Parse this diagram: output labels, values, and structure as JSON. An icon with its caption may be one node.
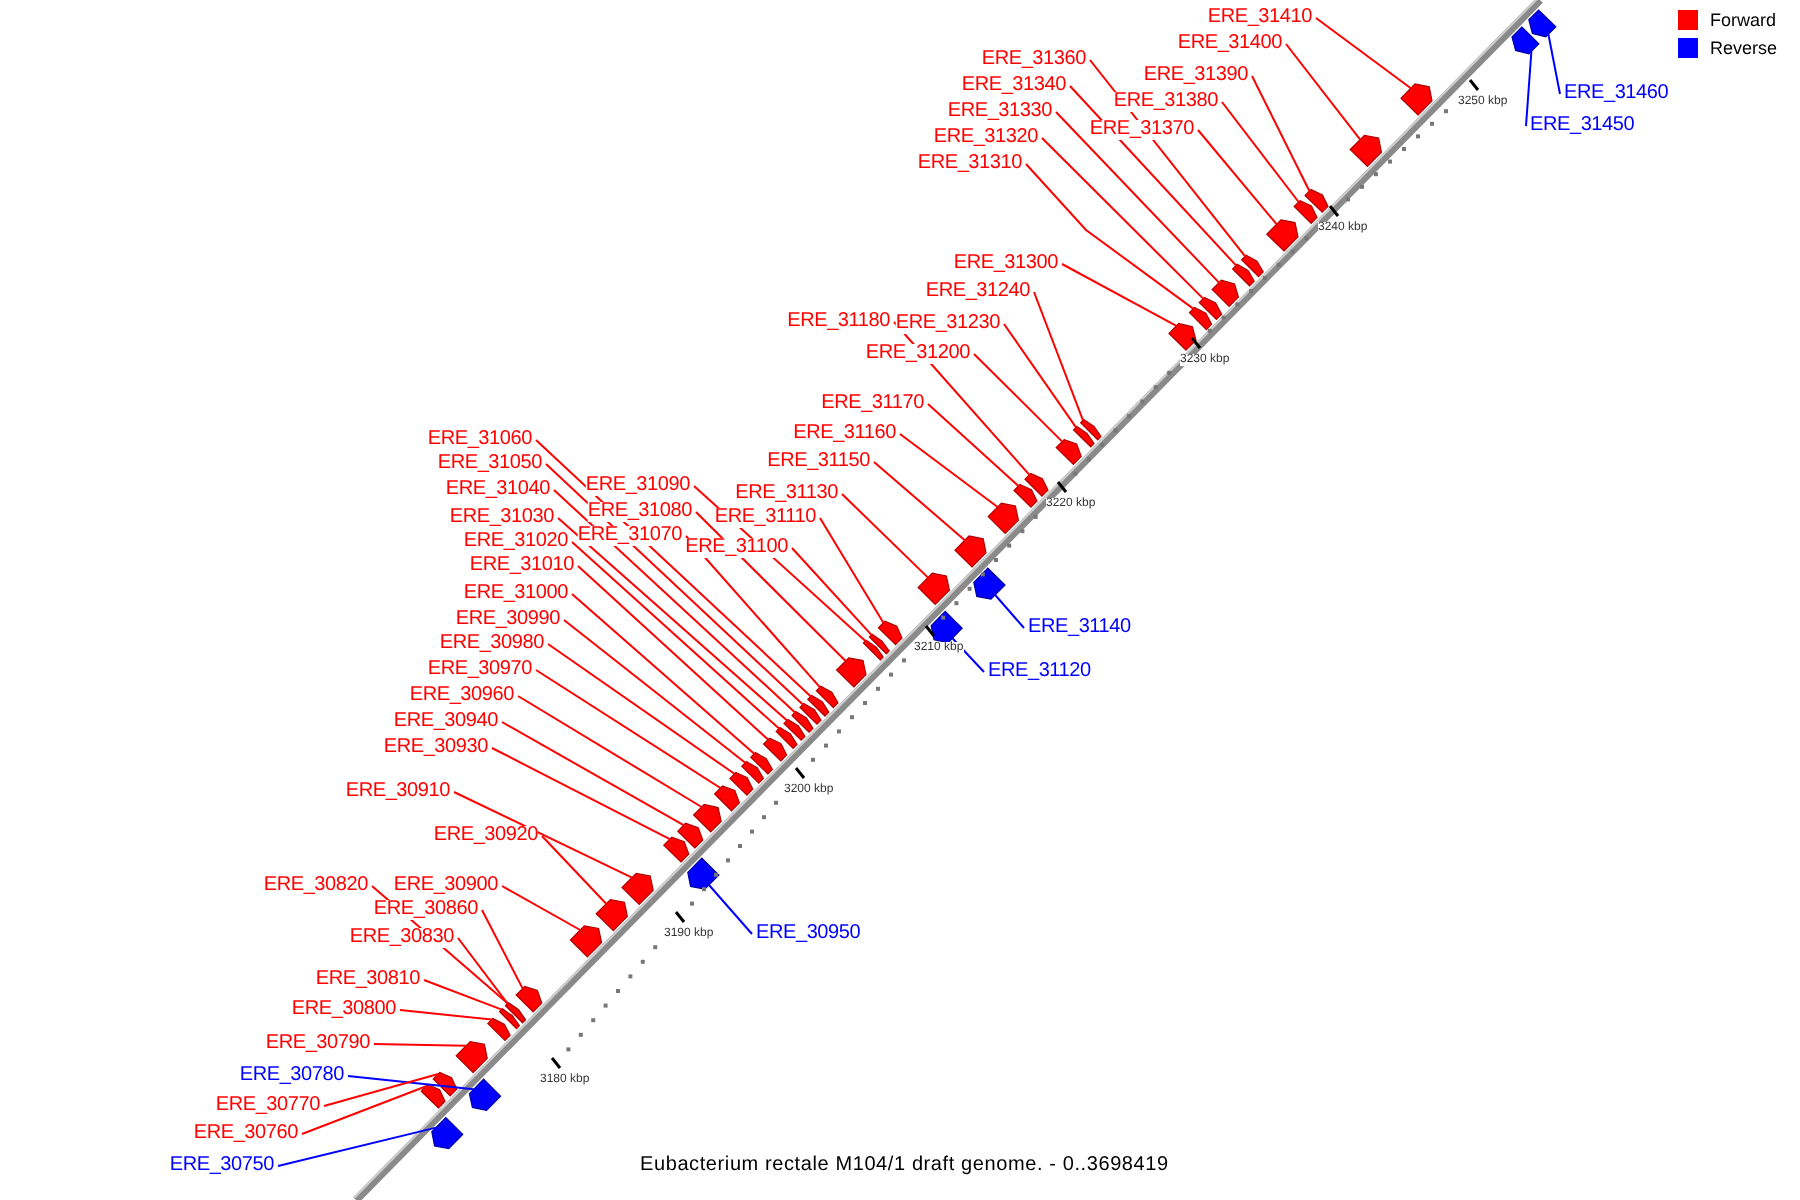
{
  "diagram": {
    "caption": "Eubacterium rectale M104/1 draft genome. - 0..3698419",
    "nodes": [
      {
        "text": [
          "ERE_31410"
        ]
      },
      {
        "text": [
          "ERE_31400"
        ]
      },
      {
        "text": [
          "ERE_31360"
        ]
      },
      {
        "text": [
          "ERE_31390"
        ]
      },
      {
        "text": [
          "ERE_31340"
        ]
      },
      {
        "text": [
          "ERE_31460"
        ]
      },
      {
        "text": [
          "ERE_31380"
        ]
      },
      {
        "text": [
          "ERE_31330"
        ]
      },
      {
        "text": [
          "ERE_31450"
        ]
      },
      {
        "text": [
          "ERE_31370"
        ]
      },
      {
        "text": [
          "ERE_31320"
        ]
      },
      {
        "text": [
          "ERE_31310"
        ]
      },
      {
        "text": [
          "ERE_31300"
        ]
      },
      {
        "text": [
          "ERE_31240"
        ]
      },
      {
        "text": [
          "ERE_31180"
        ]
      },
      {
        "text": [
          "ERE_31230"
        ]
      },
      {
        "text": [
          "ERE_31200"
        ]
      },
      {
        "text": [
          "ERE_31170"
        ]
      },
      {
        "text": [
          "ERE_31160"
        ]
      },
      {
        "text": [
          "ERE_31060"
        ]
      },
      {
        "text": [
          "ERE_31150"
        ]
      },
      {
        "text": [
          "ERE_31050"
        ]
      },
      {
        "text": [
          "ERE_31090"
        ]
      },
      {
        "text": [
          "ERE_31040"
        ]
      },
      {
        "text": [
          "ERE_31130"
        ]
      },
      {
        "text": [
          "ERE_31080"
        ]
      },
      {
        "text": [
          "ERE_31030"
        ]
      },
      {
        "text": [
          "ERE_31110"
        ]
      },
      {
        "text": [
          "ERE_31070"
        ]
      },
      {
        "text": [
          "ERE_31100"
        ]
      },
      {
        "text": [
          "ERE_31020"
        ]
      },
      {
        "text": [
          "ERE_31010"
        ]
      },
      {
        "text": [
          "ERE_31000"
        ]
      },
      {
        "text": [
          "ERE_30990"
        ]
      },
      {
        "text": [
          "ERE_31140"
        ]
      },
      {
        "text": [
          "ERE_30980"
        ]
      },
      {
        "text": [
          "ERE_30970"
        ]
      },
      {
        "text": [
          "ERE_31120"
        ]
      },
      {
        "text": [
          "ERE_30960"
        ]
      },
      {
        "text": [
          "ERE_30940"
        ]
      },
      {
        "text": [
          "ERE_30930"
        ]
      },
      {
        "text": [
          "ERE_30910"
        ]
      },
      {
        "text": [
          "ERE_30920"
        ]
      },
      {
        "text": [
          "ERE_30820"
        ]
      },
      {
        "text": [
          "ERE_30900"
        ]
      },
      {
        "text": [
          "ERE_30860"
        ]
      },
      {
        "text": [
          "ERE_30950"
        ]
      },
      {
        "text": [
          "ERE_30830"
        ]
      },
      {
        "text": [
          "ERE_30810"
        ]
      },
      {
        "text": [
          "ERE_30800"
        ]
      },
      {
        "text": [
          "ERE_30790"
        ]
      },
      {
        "text": [
          "ERE_30780"
        ]
      },
      {
        "text": [
          "ERE_30770"
        ]
      },
      {
        "text": [
          "ERE_30760"
        ]
      },
      {
        "text": [
          "ERE_30750"
        ]
      },
      {
        "text": [],
        "shape": "pentagon"
      },
      {
        "text": [],
        "shape": "pentagon"
      },
      {
        "text": [],
        "shape": "pentagon"
      },
      {
        "text": [],
        "shape": "pentagon"
      },
      {
        "text": [],
        "shape": "pentagon"
      },
      {
        "text": [],
        "shape": "pentagon"
      },
      {
        "text": [],
        "shape": "pentagon"
      },
      {
        "text": [],
        "shape": "pentagon"
      },
      {
        "text": [],
        "shape": "pentagon"
      },
      {
        "text": [],
        "shape": "pentagon"
      },
      {
        "text": [],
        "shape": "pentagon"
      },
      {
        "text": [],
        "shape": "pentagon"
      },
      {
        "text": [],
        "shape": "pentagon"
      },
      {
        "text": [],
        "shape": "pentagon"
      },
      {
        "text": [],
        "shape": "pentagon"
      },
      {
        "text": [],
        "shape": "pentagon"
      },
      {
        "text": [],
        "shape": "pentagon"
      },
      {
        "text": [],
        "shape": "pentagon"
      },
      {
        "text": [],
        "shape": "pentagon"
      },
      {
        "text": [],
        "shape": "pentagon"
      },
      {
        "text": [],
        "shape": "pentagon"
      },
      {
        "text": [],
        "shape": "pentagon"
      },
      {
        "text": [],
        "shape": "pentagon"
      },
      {
        "text": [],
        "shape": "pentagon"
      },
      {
        "text": [],
        "shape": "pentagon"
      },
      {
        "text": [],
        "shape": "pentagon"
      },
      {
        "text": [],
        "shape": "pentagon"
      },
      {
        "text": [],
        "shape": "pentagon"
      },
      {
        "text": [],
        "shape": "pentagon"
      },
      {
        "text": [],
        "shape": "pentagon"
      },
      {
        "text": [],
        "shape": "pentagon"
      },
      {
        "text": [],
        "shape": "pentagon"
      },
      {
        "text": [],
        "shape": "pentagon"
      },
      {
        "text": [],
        "shape": "pentagon"
      },
      {
        "text": [],
        "shape": "pentagon"
      },
      {
        "text": [],
        "shape": "pentagon"
      },
      {
        "text": [],
        "shape": "pentagon"
      },
      {
        "text": [],
        "shape": "pentagon"
      },
      {
        "text": [],
        "shape": "pentagon"
      },
      {
        "text": [],
        "shape": "pentagon"
      },
      {
        "text": [],
        "shape": "pentagon"
      },
      {
        "text": [],
        "shape": "pentagon"
      },
      {
        "text": [],
        "shape": "pentagon"
      },
      {
        "text": [],
        "shape": "pentagon"
      },
      {
        "text": [],
        "shape": "pentagon"
      },
      {
        "text": [],
        "shape": "pentagon"
      },
      {
        "text": [],
        "shape": "pentagon"
      },
      {
        "text": [],
        "shape": "pentagon"
      },
      {
        "text": [],
        "shape": "pentagon"
      },
      {
        "text": [],
        "shape": "pentagon"
      },
      {
        "text": [],
        "shape": "pentagon"
      },
      {
        "text": [],
        "shape": "pentagon"
      },
      {
        "text": [],
        "shape": "pentagon"
      },
      {
        "text": [],
        "shape": "pentagon"
      },
      {
        "text": [],
        "shape": "pentagon"
      }
    ],
    "edges": [
      {
        "from": 0,
        "to": 55,
        "arrow": "none"
      },
      {
        "from": 1,
        "to": 56,
        "arrow": "none"
      },
      {
        "from": 2,
        "to": 57,
        "arrow": "none"
      },
      {
        "from": 3,
        "to": 58,
        "arrow": "none"
      },
      {
        "from": 4,
        "to": 59,
        "arrow": "none"
      },
      {
        "from": 5,
        "to": 60,
        "arrow": "none",
        "color": "#0000ff"
      },
      {
        "from": 6,
        "to": 61,
        "arrow": "none"
      },
      {
        "from": 7,
        "to": 62,
        "arrow": "none"
      },
      {
        "from": 8,
        "to": 63,
        "arrow": "none",
        "color": "#0000ff"
      },
      {
        "from": 9,
        "to": 64,
        "arrow": "none"
      },
      {
        "from": 10,
        "to": 65,
        "arrow": "none"
      },
      {
        "from": 11,
        "to": 66,
        "arrow": "none"
      },
      {
        "from": 12,
        "to": 67,
        "arrow": "none"
      },
      {
        "from": 13,
        "to": 68,
        "arrow": "none"
      },
      {
        "from": 14,
        "to": 69,
        "arrow": "none"
      },
      {
        "from": 15,
        "to": 70,
        "arrow": "none"
      },
      {
        "from": 16,
        "to": 71,
        "arrow": "none"
      },
      {
        "from": 17,
        "to": 72,
        "arrow": "none"
      },
      {
        "from": 18,
        "to": 73,
        "arrow": "none"
      },
      {
        "from": 19,
        "to": 74,
        "arrow": "none"
      },
      {
        "from": 20,
        "to": 75,
        "arrow": "none"
      },
      {
        "from": 21,
        "to": 76,
        "arrow": "none"
      },
      {
        "from": 22,
        "to": 77,
        "arrow": "none"
      },
      {
        "from": 23,
        "to": 78,
        "arrow": "none"
      },
      {
        "from": 24,
        "to": 79,
        "arrow": "none"
      },
      {
        "from": 25,
        "to": 80,
        "arrow": "none"
      },
      {
        "from": 26,
        "to": 81,
        "arrow": "none"
      },
      {
        "from": 27,
        "to": 82,
        "arrow": "none"
      },
      {
        "from": 28,
        "to": 83,
        "arrow": "none"
      },
      {
        "from": 29,
        "to": 84,
        "arrow": "none"
      },
      {
        "from": 30,
        "to": 85,
        "arrow": "none"
      },
      {
        "from": 31,
        "to": 86,
        "arrow": "none"
      },
      {
        "from": 32,
        "to": 87,
        "arrow": "none"
      },
      {
        "from": 33,
        "to": 88,
        "arrow": "none"
      },
      {
        "from": 34,
        "to": 89,
        "arrow": "none",
        "color": "#0000ff"
      },
      {
        "from": 35,
        "to": 90,
        "arrow": "none"
      },
      {
        "from": 36,
        "to": 91,
        "arrow": "none"
      },
      {
        "from": 37,
        "to": 92,
        "arrow": "none",
        "color": "#0000ff"
      },
      {
        "from": 38,
        "to": 93,
        "arrow": "none"
      },
      {
        "from": 39,
        "to": 94,
        "arrow": "none"
      },
      {
        "from": 40,
        "to": 95,
        "arrow": "none"
      },
      {
        "from": 41,
        "to": 96,
        "arrow": "none"
      },
      {
        "from": 42,
        "to": 97,
        "arrow": "none"
      },
      {
        "from": 43,
        "to": 98,
        "arrow": "none"
      },
      {
        "from": 44,
        "to": 99,
        "arrow": "none"
      },
      {
        "from": 45,
        "to": 100,
        "arrow": "none"
      },
      {
        "from": 46,
        "to": 101,
        "arrow": "none",
        "color": "#0000ff"
      },
      {
        "from": 47,
        "to": 102,
        "arrow": "none"
      },
      {
        "from": 48,
        "to": 103,
        "arrow": "none"
      },
      {
        "from": 49,
        "to": 104,
        "arrow": "none"
      },
      {
        "from": 50,
        "to": 105,
        "arrow": "none"
      },
      {
        "from": 51,
        "to": 106,
        "arrow": "none",
        "color": "#0000ff"
      },
      {
        "from": 52,
        "to": 107,
        "arrow": "none"
      },
      {
        "from": 53,
        "to": 108,
        "arrow": "none"
      },
      {
        "from": 54,
        "to": 109,
        "arrow": "none",
        "color": "#0000ff"
      }
    ],
    "labels": [
      "3250 kbp",
      "3240 kbp",
      "3230 kbp",
      "3220 kbp",
      "3210 kbp",
      "3200 kbp",
      "3190 kbp",
      "3180 kbp"
    ],
    "legend": [
      {
        "text": "Forward",
        "color": "#ff0000"
      },
      {
        "text": "Reverse",
        "color": "#0000ff"
      }
    ]
  }
}
